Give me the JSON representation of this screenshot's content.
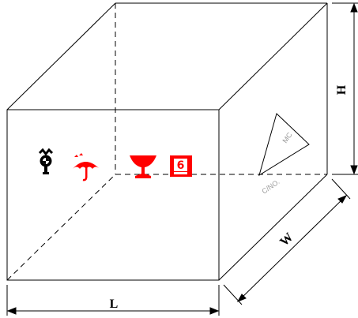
{
  "dimensions": {
    "length_label": "L",
    "width_label": "W",
    "height_label": "H"
  },
  "side_mark": {
    "line1": "MC",
    "line2": "C/NO."
  },
  "handling_icons": [
    {
      "name": "center-of-gravity-icon",
      "color": "#000000"
    },
    {
      "name": "keep-dry-umbrella-icon",
      "color": "#ff0000"
    },
    {
      "name": "fragile-glass-icon",
      "color": "#ff0000"
    },
    {
      "name": "stacking-limit-icon",
      "color": "#ff0000",
      "text": "6"
    }
  ],
  "colors": {
    "outline": "#000000",
    "warning_red": "#ff0000",
    "mark_gray": "#9a9a9a"
  }
}
